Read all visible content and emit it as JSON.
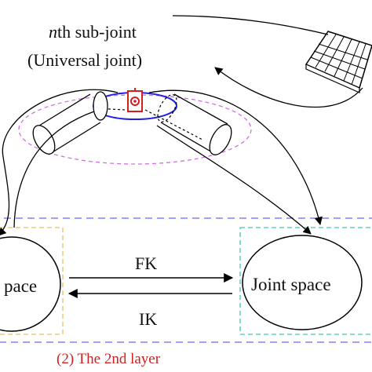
{
  "joint_label": {
    "index_symbol": "n",
    "line1_rest": "th sub-joint",
    "line2": "(Universal joint)"
  },
  "edges": [
    {
      "label": "FK"
    },
    {
      "label": "IK"
    }
  ],
  "nodes": {
    "left_space": "pace",
    "joint_space": "Joint space"
  },
  "layer_caption": "(2)  The 2nd layer",
  "colors": {
    "layer_border": "#8080ff",
    "task_box": "#e8c060",
    "joint_box": "#40c8b8",
    "joint_ring": "#2020e0",
    "dashed_ellipse": "#d070e0",
    "caption": "#d02020",
    "marker": "#d02020"
  }
}
